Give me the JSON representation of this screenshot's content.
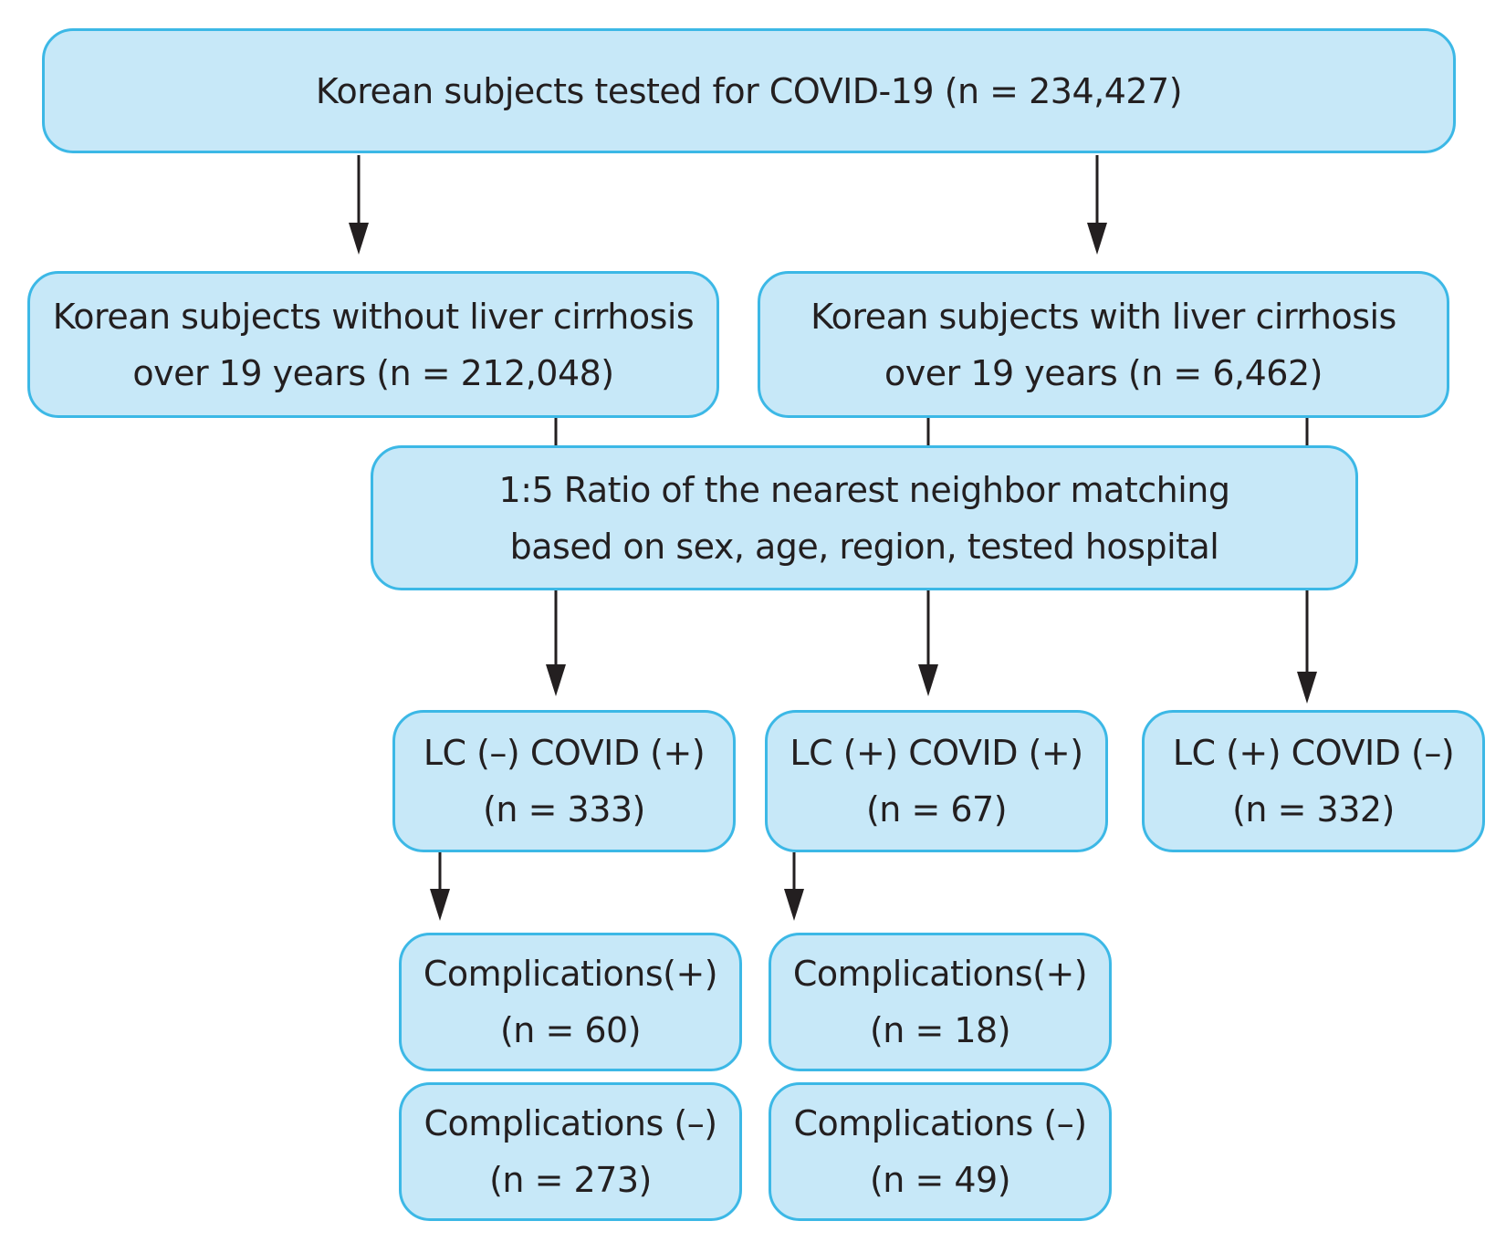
{
  "flowchart": {
    "top": {
      "line1": "Korean subjects tested for COVID-19 (n = 234,427)"
    },
    "without_lc": {
      "line1": "Korean subjects without liver cirrhosis",
      "line2": "over 19 years (n = 212,048)"
    },
    "with_lc": {
      "line1": "Korean subjects with liver cirrhosis",
      "line2": "over 19 years (n = 6,462)"
    },
    "matching": {
      "line1": "1:5 Ratio of the nearest neighbor matching",
      "line2": "based on sex, age, region, tested hospital"
    },
    "lc_neg_covid_pos": {
      "line1": "LC (–) COVID (+)",
      "line2": "(n = 333)"
    },
    "lc_pos_covid_pos": {
      "line1": "LC (+) COVID (+)",
      "line2": "(n = 67)"
    },
    "lc_pos_covid_neg": {
      "line1": "LC (+) COVID (–)",
      "line2": "(n = 332)"
    },
    "comp_pos_lcneg": {
      "line1": "Complications(+)",
      "line2": "(n = 60)"
    },
    "comp_pos_lcpos": {
      "line1": "Complications(+)",
      "line2": "(n = 18)"
    },
    "comp_neg_lcneg": {
      "line1": "Complications (–)",
      "line2": "(n = 273)"
    },
    "comp_neg_lcpos": {
      "line1": "Complications (–)",
      "line2": "(n = 49)"
    }
  },
  "colors": {
    "box_fill": "#c7e8f8",
    "box_border": "#3cb8e6",
    "connector": "#231f20",
    "text": "#231f20"
  }
}
